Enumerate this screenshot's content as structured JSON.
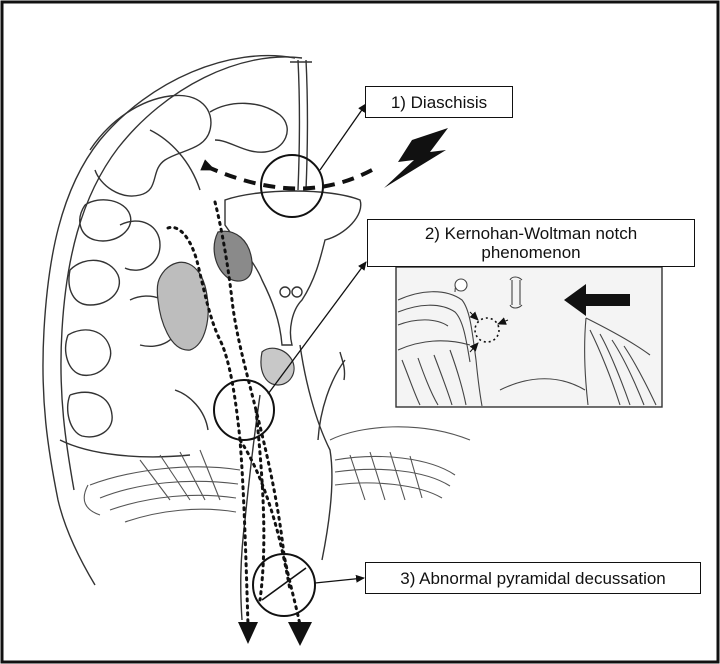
{
  "callouts": {
    "diaschisis": "1) Diaschisis",
    "kernohan_line1": "2) Kernohan-Woltman notch",
    "kernohan_line2": "phenomenon",
    "decussation": "3) Abnormal pyramidal decussation"
  },
  "colors": {
    "line": "#111111",
    "gray_nucleus": "#8a8a8a",
    "light_gray": "#c8c8c8",
    "background": "#ffffff"
  }
}
